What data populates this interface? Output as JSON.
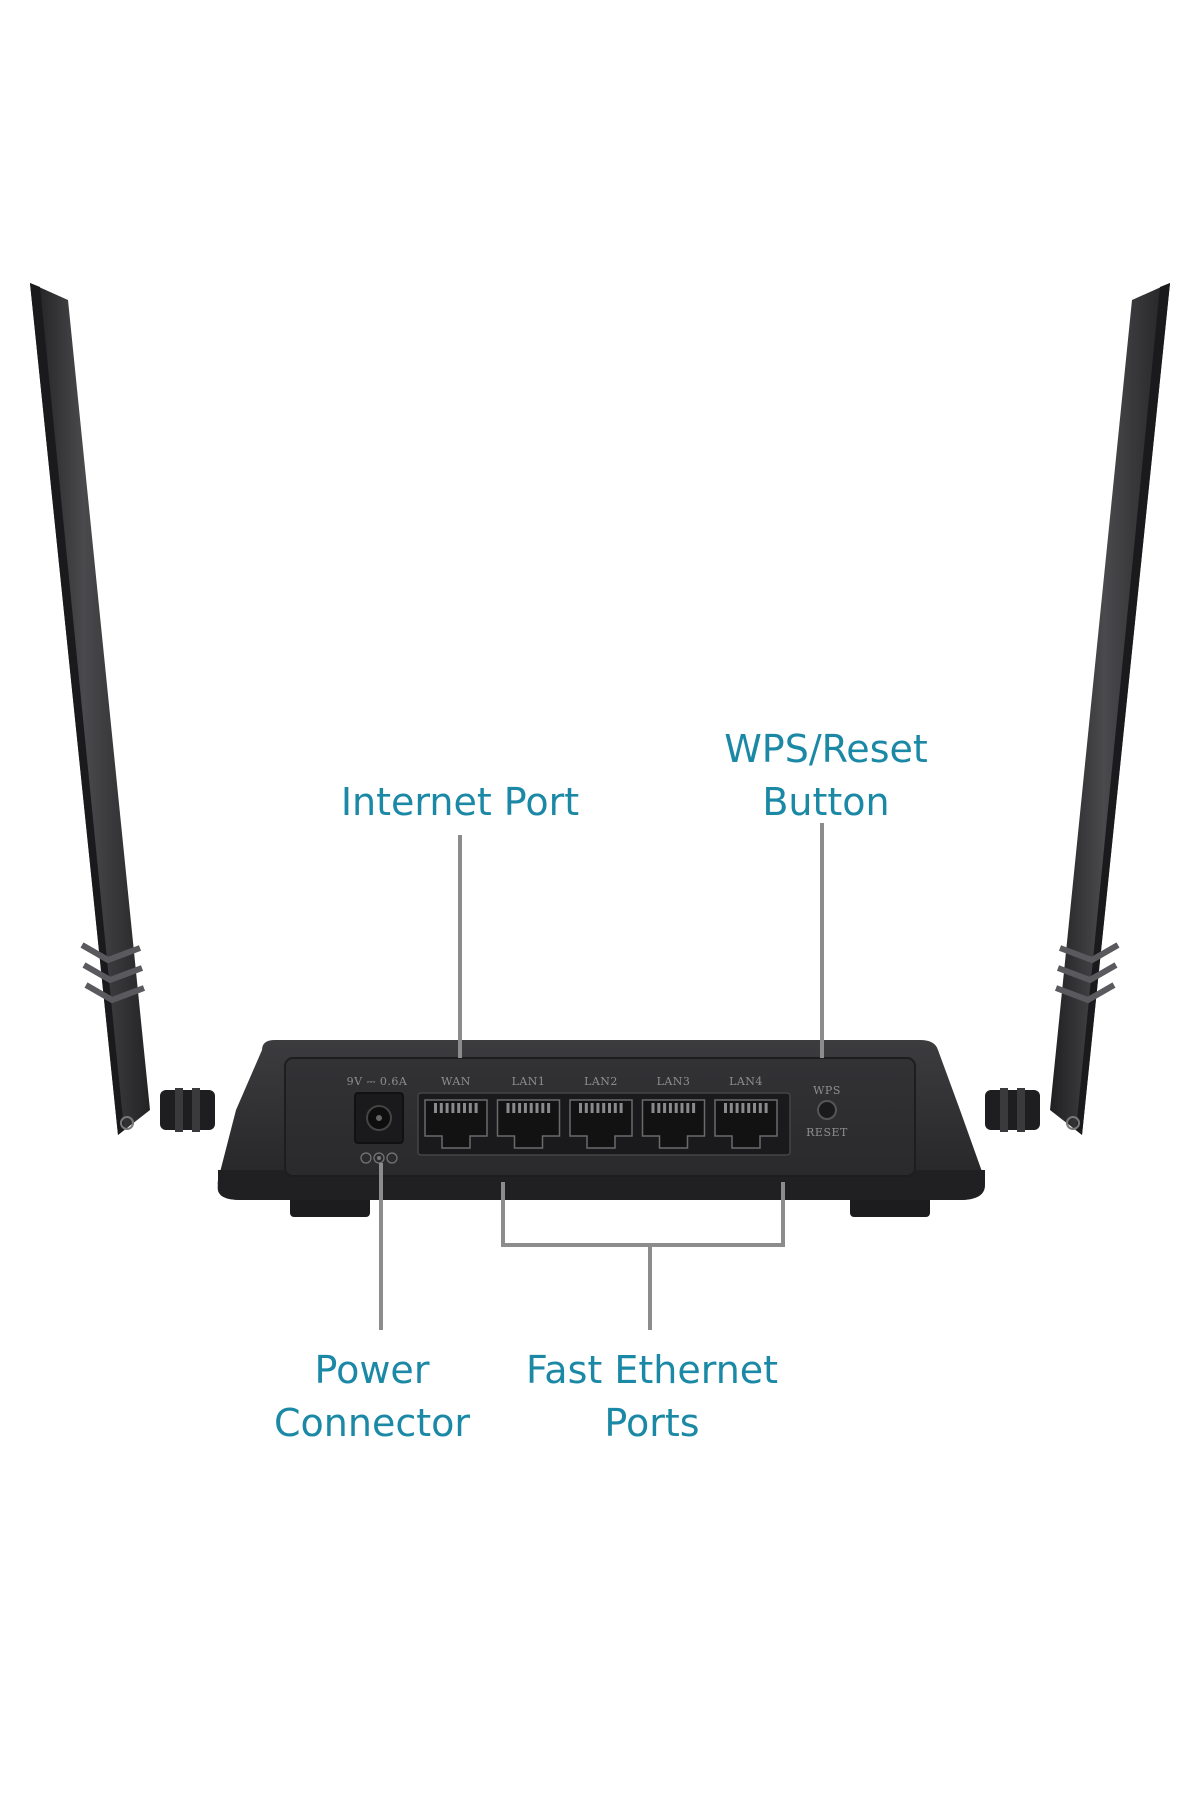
{
  "callouts": {
    "internet_port": "Internet Port",
    "wps_reset_line1": "WPS/Reset",
    "wps_reset_line2": "Button",
    "power_line1": "Power",
    "power_line2": "Connector",
    "fast_ethernet_line1": "Fast Ethernet",
    "fast_ethernet_line2": "Ports"
  },
  "panel": {
    "power_rating": "9V ⎓ 0.6A",
    "ports": [
      "WAN",
      "LAN1",
      "LAN2",
      "LAN3",
      "LAN4"
    ],
    "wps": "WPS",
    "reset": "RESET"
  },
  "colors": {
    "callout_text": "#1b89a6",
    "leader_line": "#8c8c8c",
    "device_body": "#2e2e30"
  }
}
